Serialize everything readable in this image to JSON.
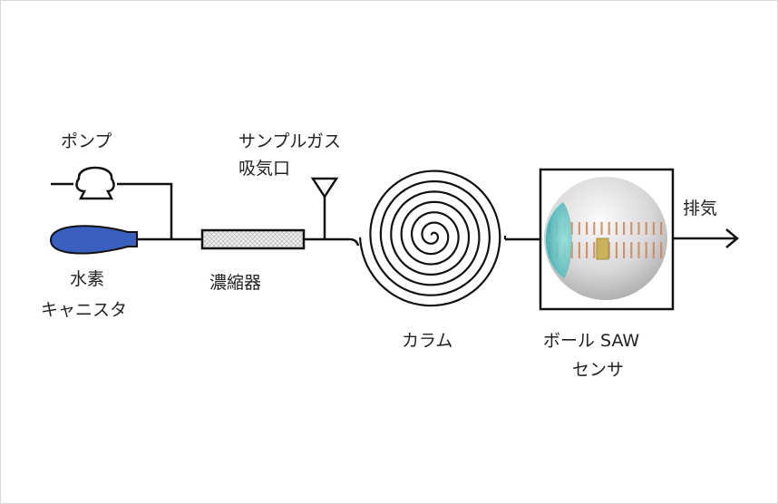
{
  "labels": {
    "pump": "ポンプ",
    "sample_gas_line1": "サンプルガス",
    "sample_gas_line2": "吸気口",
    "hydrogen_line1": "水素",
    "hydrogen_line2": "キャニスタ",
    "concentrator": "濃縮器",
    "column": "カラム",
    "sensor_line1": "ボール SAW",
    "sensor_line2": "センサ",
    "exhaust": "排気"
  },
  "colors": {
    "line": "#111111",
    "canister": "#3a5fbf",
    "sensor_lens": "#3fb8b8",
    "electrode": "#c8875a",
    "sphere": "#d4d4d4"
  }
}
